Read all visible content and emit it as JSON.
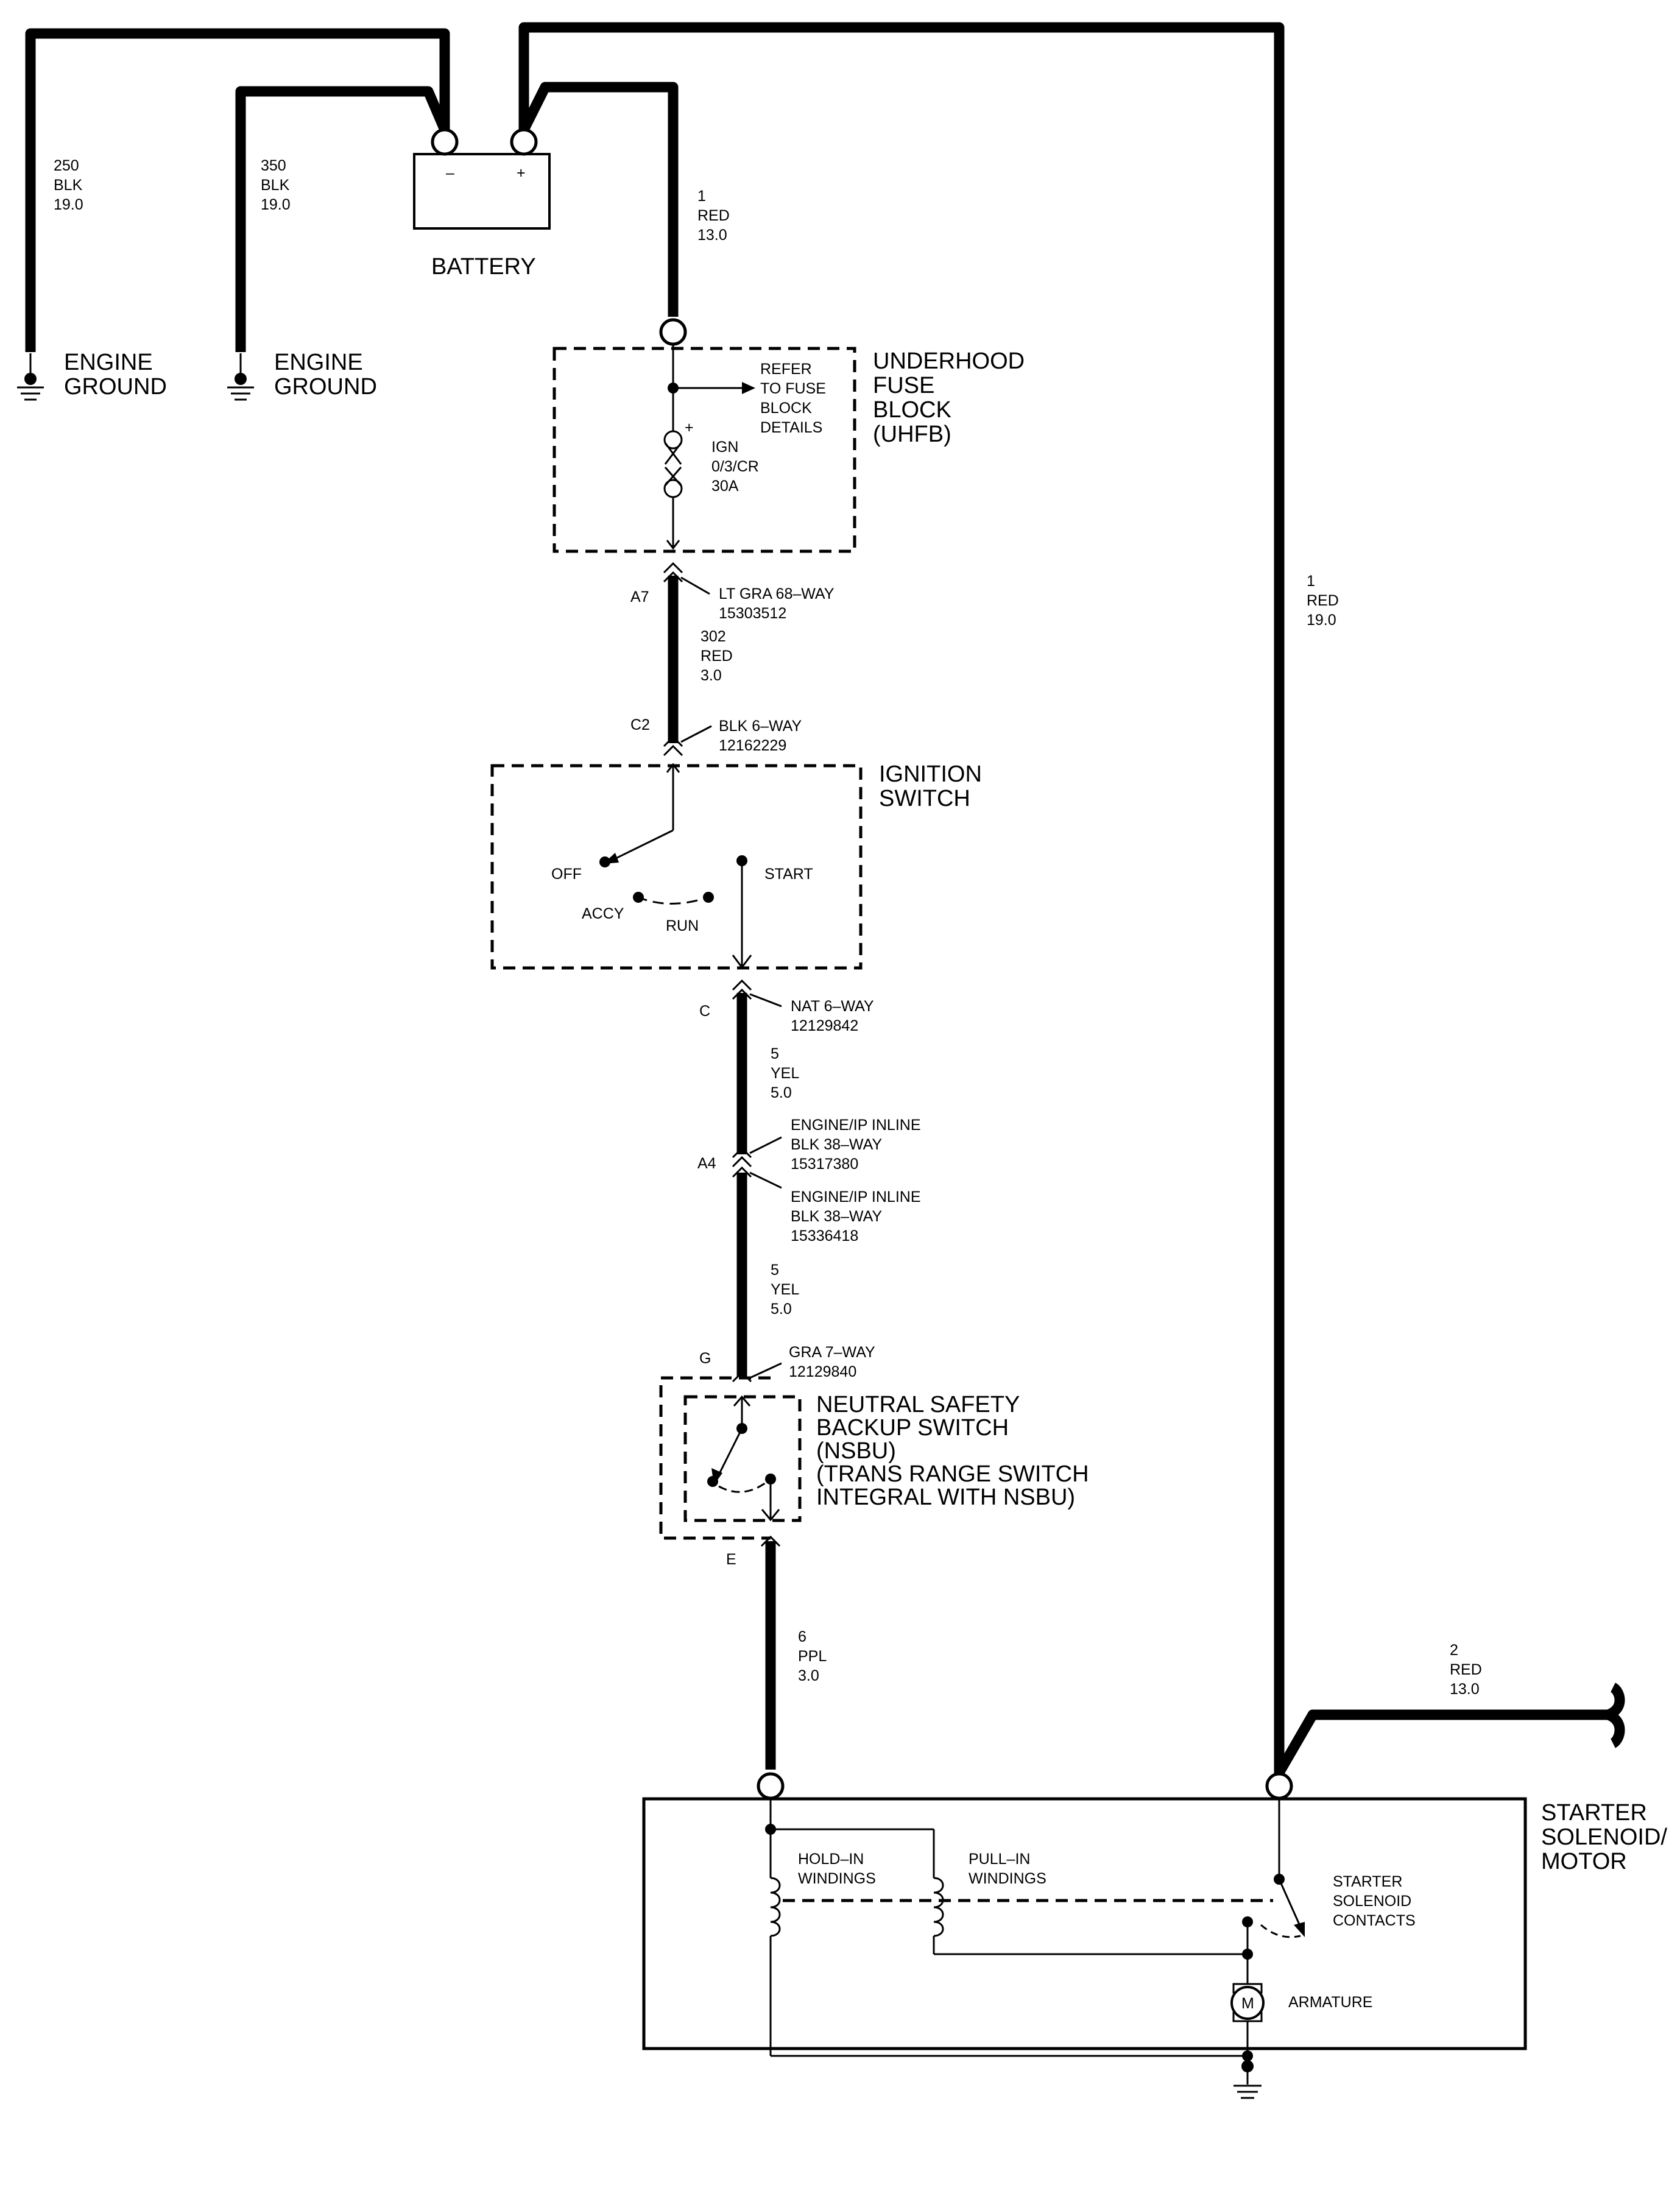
{
  "labels": {
    "battery": "BATTERY",
    "battery_neg": "–",
    "battery_pos": "+",
    "ground1": [
      "ENGINE",
      "GROUND"
    ],
    "ground2": [
      "ENGINE",
      "GROUND"
    ],
    "wire250": [
      "250",
      "BLK",
      "19.0"
    ],
    "wire350": [
      "350",
      "BLK",
      "19.0"
    ],
    "wire1_short": [
      "1",
      "RED",
      "13.0"
    ],
    "wire1_long": [
      "1",
      "RED",
      "19.0"
    ],
    "wire2": [
      "2",
      "RED",
      "13.0"
    ],
    "uhfb_title": [
      "UNDERHOOD",
      "FUSE",
      "BLOCK",
      "(UHFB)"
    ],
    "uhfb_refer": [
      "REFER",
      "TO FUSE",
      "BLOCK",
      "DETAILS"
    ],
    "fuse": [
      "IGN",
      "0/3/CR",
      "30A"
    ],
    "fuse_plus": "+",
    "a7": "A7",
    "conn_ltgra": [
      "LT GRA 68–WAY",
      "15303512"
    ],
    "wire302": [
      "302",
      "RED",
      "3.0"
    ],
    "c2": "C2",
    "conn_blk6": [
      "BLK 6–WAY",
      "12162229"
    ],
    "ign_title": [
      "IGNITION",
      "SWITCH"
    ],
    "off": "OFF",
    "accy": "ACCY",
    "run": "RUN",
    "start": "START",
    "c": "C",
    "conn_nat6": [
      "NAT 6–WAY",
      "12129842"
    ],
    "wire5a": [
      "5",
      "YEL",
      "5.0"
    ],
    "conn_inline1": [
      "ENGINE/IP INLINE",
      "BLK 38–WAY",
      "15317380"
    ],
    "a4": "A4",
    "conn_inline2": [
      "ENGINE/IP INLINE",
      "BLK 38–WAY",
      "15336418"
    ],
    "wire5b": [
      "5",
      "YEL",
      "5.0"
    ],
    "g": "G",
    "conn_gra7": [
      "GRA 7–WAY",
      "12129840"
    ],
    "nsbu_title": [
      "NEUTRAL SAFETY",
      "BACKUP SWITCH",
      "(NSBU)",
      "(TRANS RANGE SWITCH",
      "INTEGRAL WITH NSBU)"
    ],
    "e": "E",
    "wire6": [
      "6",
      "PPL",
      "3.0"
    ],
    "starter_title": [
      "STARTER",
      "SOLENOID/",
      "MOTOR"
    ],
    "holdin": [
      "HOLD–IN",
      "WINDINGS"
    ],
    "pullin": [
      "PULL–IN",
      "WINDINGS"
    ],
    "contacts": [
      "STARTER",
      "SOLENOID",
      "CONTACTS"
    ],
    "armature": "ARMATURE",
    "motor": "M"
  }
}
